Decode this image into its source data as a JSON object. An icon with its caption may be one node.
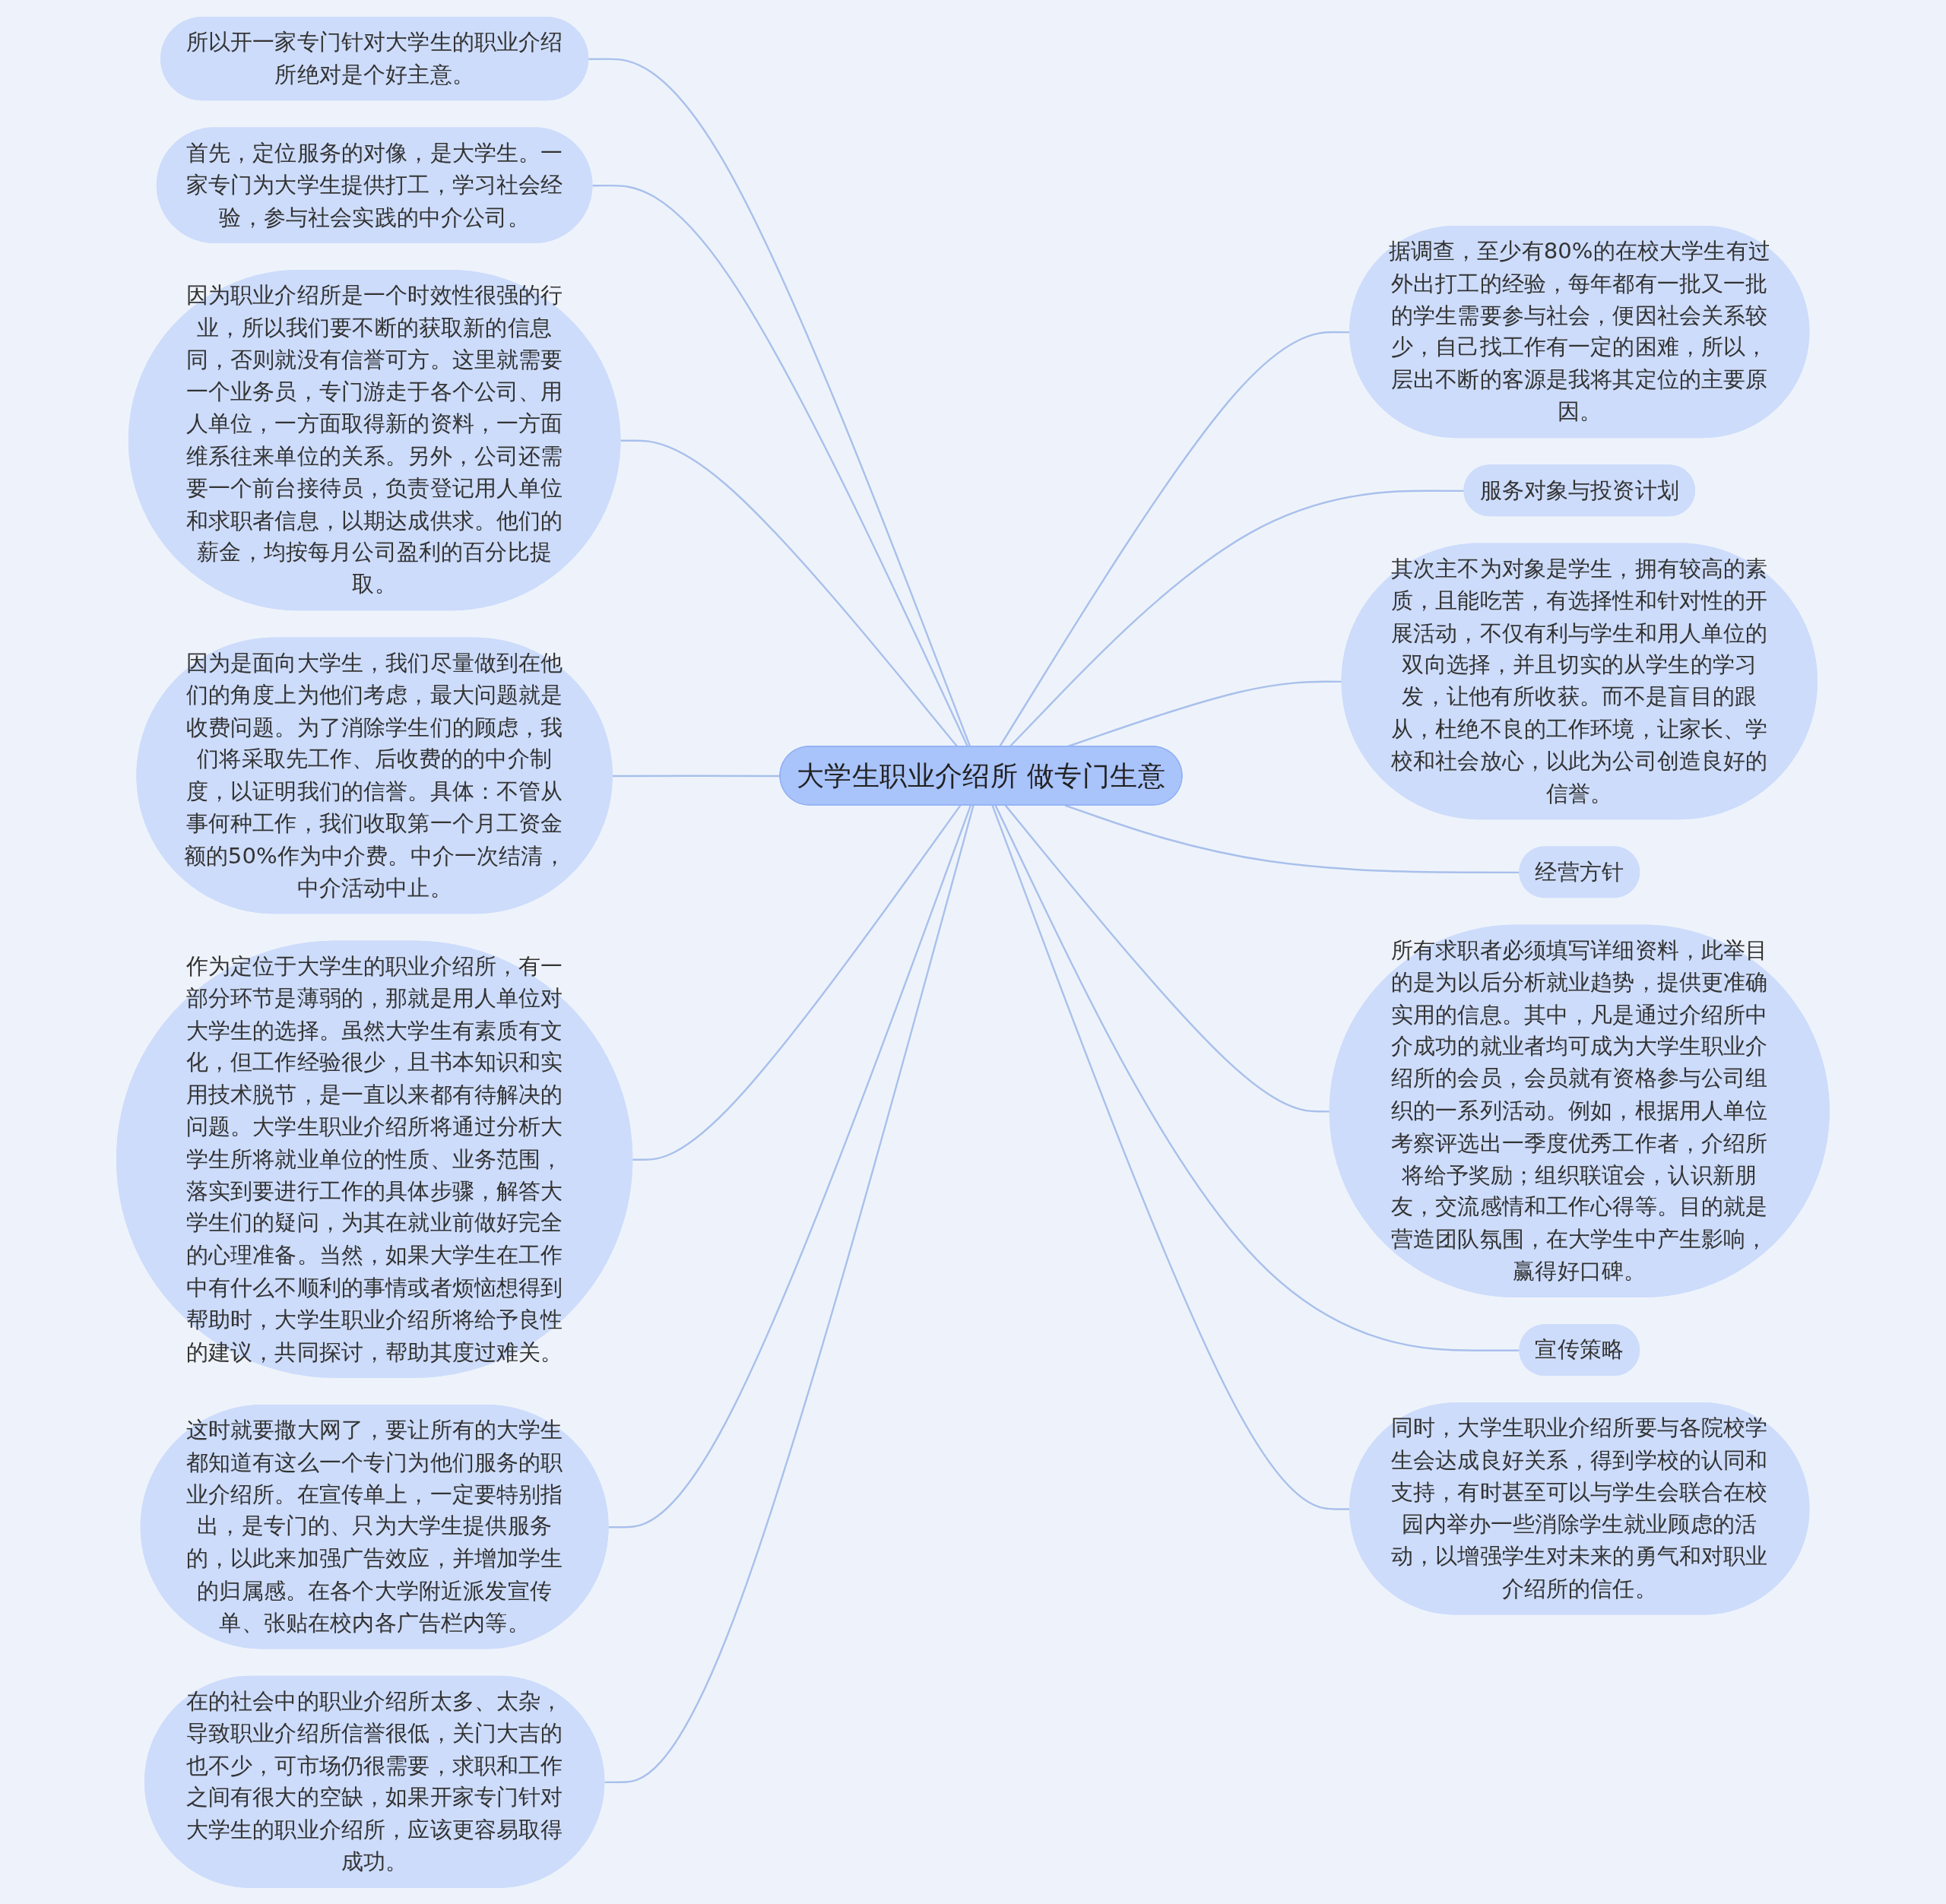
{
  "diagram": {
    "nodes": [
      {
        "text": [
          "大学生职业介绍所 做专门生意"
        ]
      },
      {
        "text": [
          "所以开一家专门针对大学生的职业介绍所绝对是个好主意。"
        ]
      },
      {
        "text": [
          "首先，定位服务的对像，是大学生。一家专门为大学生提供打工，学习社会经验，参与社会实践的中介公司。"
        ]
      },
      {
        "text": [
          "因为职业介绍所是一个时效性很强的行业，所以我们要不断的获取新的信息同，否则就没有信誉可方。这里就需要一个业务员，专门游走于各个公司、用人单位，一方面取得新的资料，一方面维系往来单位的关系。另外，公司还需要一个前台接待员，负责登记用人单位和求职者信息，以期达成供求。他们的薪金，均按每月公司盈利的百分比提取。"
        ]
      },
      {
        "text": [
          "因为是面向大学生，我们尽量做到在他们的角度上为他们考虑，最大问题就是收费问题。为了消除学生们的顾虑，我们将采取先工作、后收费的的中介制度，以证明我们的信誉。具体：不管从事何种工作，我们收取第一个月工资金额的50%作为中介费。中介一次结清，中介活动中止。"
        ]
      },
      {
        "text": [
          "作为定位于大学生的职业介绍所，有一部分环节是薄弱的，那就是用人单位对大学生的选择。虽然大学生有素质有文化，但工作经验很少，且书本知识和实用技术脱节，是一直以来都有待解决的问题。大学生职业介绍所将通过分析大学生所将就业单位的性质、业务范围，落实到要进行工作的具体步骤，解答大学生们的疑问，为其在就业前做好完全的心理准备。当然，如果大学生在工作中有什么不顺利的事情或者烦恼想得到帮助时，大学生职业介绍所将给予良性的建议，共同探讨，帮助其度过难关。"
        ]
      },
      {
        "text": [
          "这时就要撒大网了，要让所有的大学生都知道有这么一个专门为他们服务的职业介绍所。在宣传单上，一定要特别指出，是专门的、只为大学生提供服务的，以此来加强广告效应，并增加学生的归属感。在各个大学附近派发宣传单、张贴在校内各广告栏内等。"
        ]
      },
      {
        "text": [
          "在的社会中的职业介绍所太多、太杂，导致职业介绍所信誉很低，关门大吉的也不少，可市场仍很需要，求职和工作之间有很大的空缺，如果开家专门针对大学生的职业介绍所，应该更容易取得成功。"
        ]
      },
      {
        "text": [
          "据调查，至少有80%的在校大学生有过外出打工的经验，每年都有一批又一批的学生需要参与社会，便因社会关系较少，自己找工作有一定的困难，所以，层出不断的客源是我将其定位的主要原因。"
        ]
      },
      {
        "text": [
          "服务对象与投资计划"
        ]
      },
      {
        "text": [
          "其次主不为对象是学生，拥有较高的素质，且能吃苦，有选择性和针对性的开展活动，不仅有利与学生和用人单位的双向选择，并且切实的从学生的学习发，让他有所收获。而不是盲目的跟从，杜绝不良的工作环境，让家长、学校和社会放心，以此为公司创造良好的信誉。"
        ]
      },
      {
        "text": [
          "经营方针"
        ]
      },
      {
        "text": [
          "所有求职者必须填写详细资料，此举目的是为以后分析就业趋势，提供更准确实用的信息。其中，凡是通过介绍所中介成功的就业者均可成为大学生职业介绍所的会员，会员就有资格参与公司组织的一系列活动。例如，根据用人单位考察评选出一季度优秀工作者，介绍所将给予奖励；组织联谊会，认识新朋友，交流感情和工作心得等。目的就是营造团队氛围，在大学生中产生影响，赢得好口碑。"
        ]
      },
      {
        "text": [
          "宣传策略"
        ]
      },
      {
        "text": [
          "同时，大学生职业介绍所要与各院校学生会达成良好关系，得到学校的认同和支持，有时甚至可以与学生会联合在校园内举办一些消除学生就业顾虑的活动，以增强学生对未来的勇气和对职业介绍所的信任。"
        ]
      }
    ],
    "edges": [
      {
        "from": 0,
        "to": 1,
        "arrow": "none"
      },
      {
        "from": 0,
        "to": 2,
        "arrow": "none"
      },
      {
        "from": 0,
        "to": 3,
        "arrow": "none"
      },
      {
        "from": 0,
        "to": 4,
        "arrow": "none"
      },
      {
        "from": 0,
        "to": 5,
        "arrow": "none"
      },
      {
        "from": 0,
        "to": 6,
        "arrow": "none"
      },
      {
        "from": 0,
        "to": 7,
        "arrow": "none"
      },
      {
        "from": 0,
        "to": 8,
        "arrow": "none"
      },
      {
        "from": 0,
        "to": 9,
        "arrow": "none"
      },
      {
        "from": 0,
        "to": 10,
        "arrow": "none"
      },
      {
        "from": 0,
        "to": 11,
        "arrow": "none"
      },
      {
        "from": 0,
        "to": 12,
        "arrow": "none"
      },
      {
        "from": 0,
        "to": 13,
        "arrow": "none"
      },
      {
        "from": 0,
        "to": 14,
        "arrow": "none"
      }
    ]
  }
}
